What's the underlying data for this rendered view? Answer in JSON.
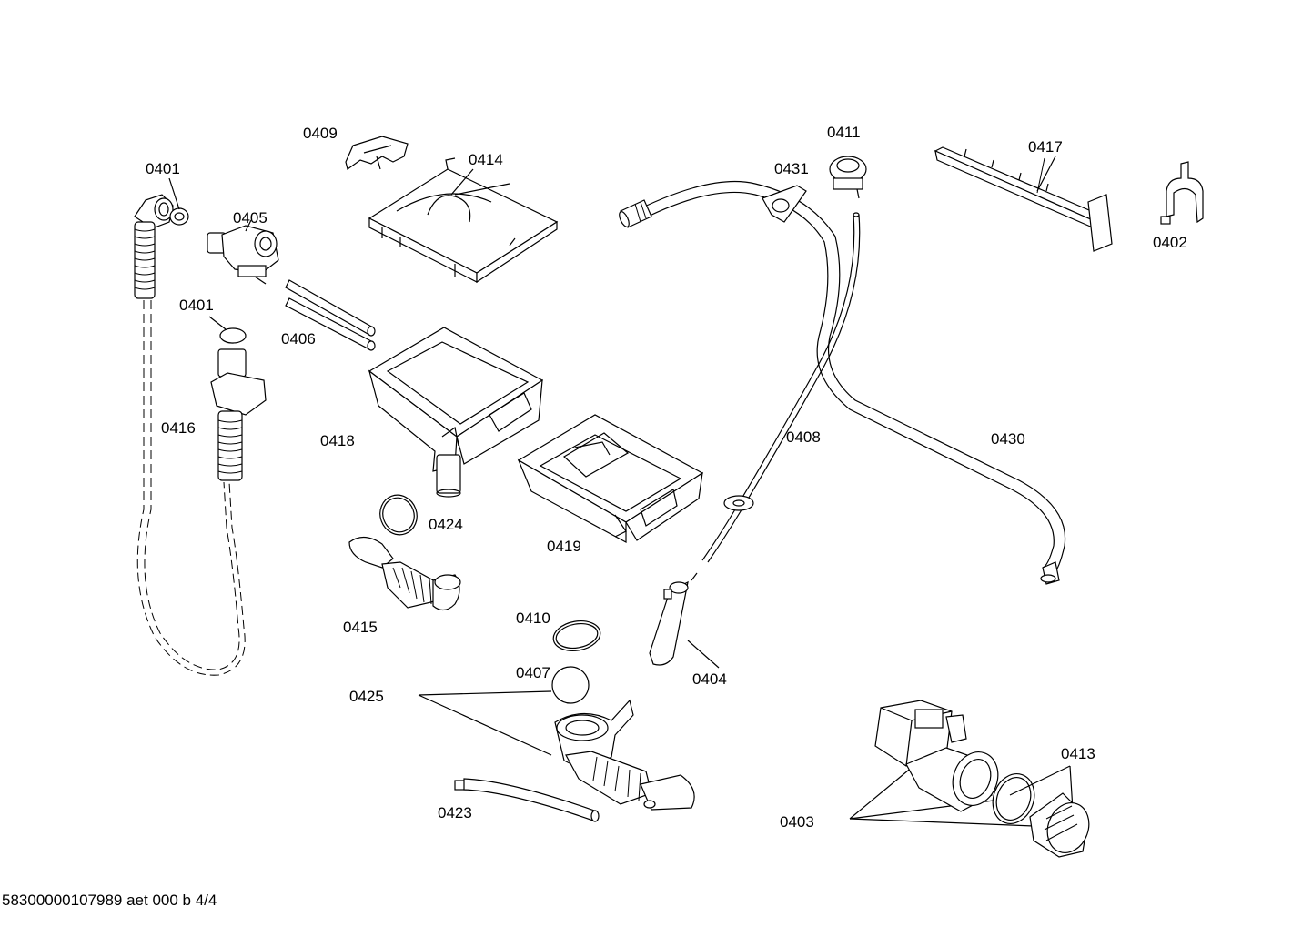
{
  "labels": {
    "p0401a": "0401",
    "p0401b": "0401",
    "p0402": "0402",
    "p0403": "0403",
    "p0404": "0404",
    "p0405": "0405",
    "p0406": "0406",
    "p0407": "0407",
    "p0408": "0408",
    "p0409": "0409",
    "p0410": "0410",
    "p0411": "0411",
    "p0413": "0413",
    "p0414": "0414",
    "p0415": "0415",
    "p0416": "0416",
    "p0417": "0417",
    "p0418": "0418",
    "p0419": "0419",
    "p0423": "0423",
    "p0424": "0424",
    "p0425": "0425",
    "p0430": "0430",
    "p0431": "0431"
  },
  "footer": {
    "code": "58300000107989 aet 000 b 4/4"
  }
}
